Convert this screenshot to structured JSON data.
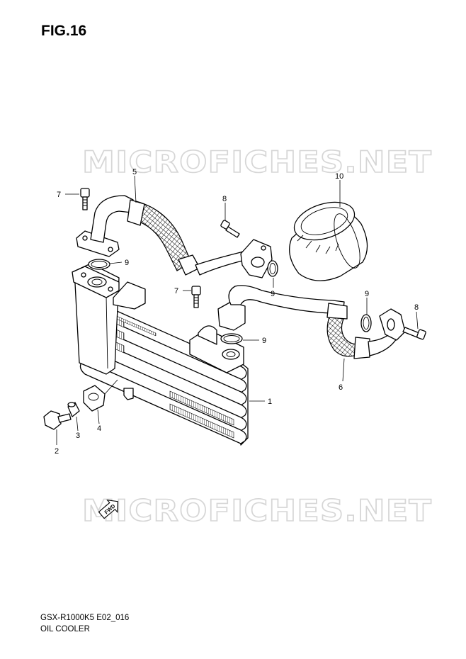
{
  "figure": {
    "title": "FIG.16"
  },
  "watermark": {
    "text": "MICROFICHES.NET"
  },
  "direction_marker": {
    "label": "FWD",
    "icon": "fwd-arrow-icon"
  },
  "callouts": {
    "c1": "1",
    "c2": "2",
    "c3": "3",
    "c4": "4",
    "c5": "5",
    "c6": "6",
    "c7a": "7",
    "c7b": "7",
    "c8a": "8",
    "c8b": "8",
    "c9a": "9",
    "c9b": "9",
    "c9c": "9",
    "c9d": "9",
    "c10": "10"
  },
  "footer": {
    "model": "GSX-R1000K5 E02_016",
    "name": "OIL COOLER"
  }
}
